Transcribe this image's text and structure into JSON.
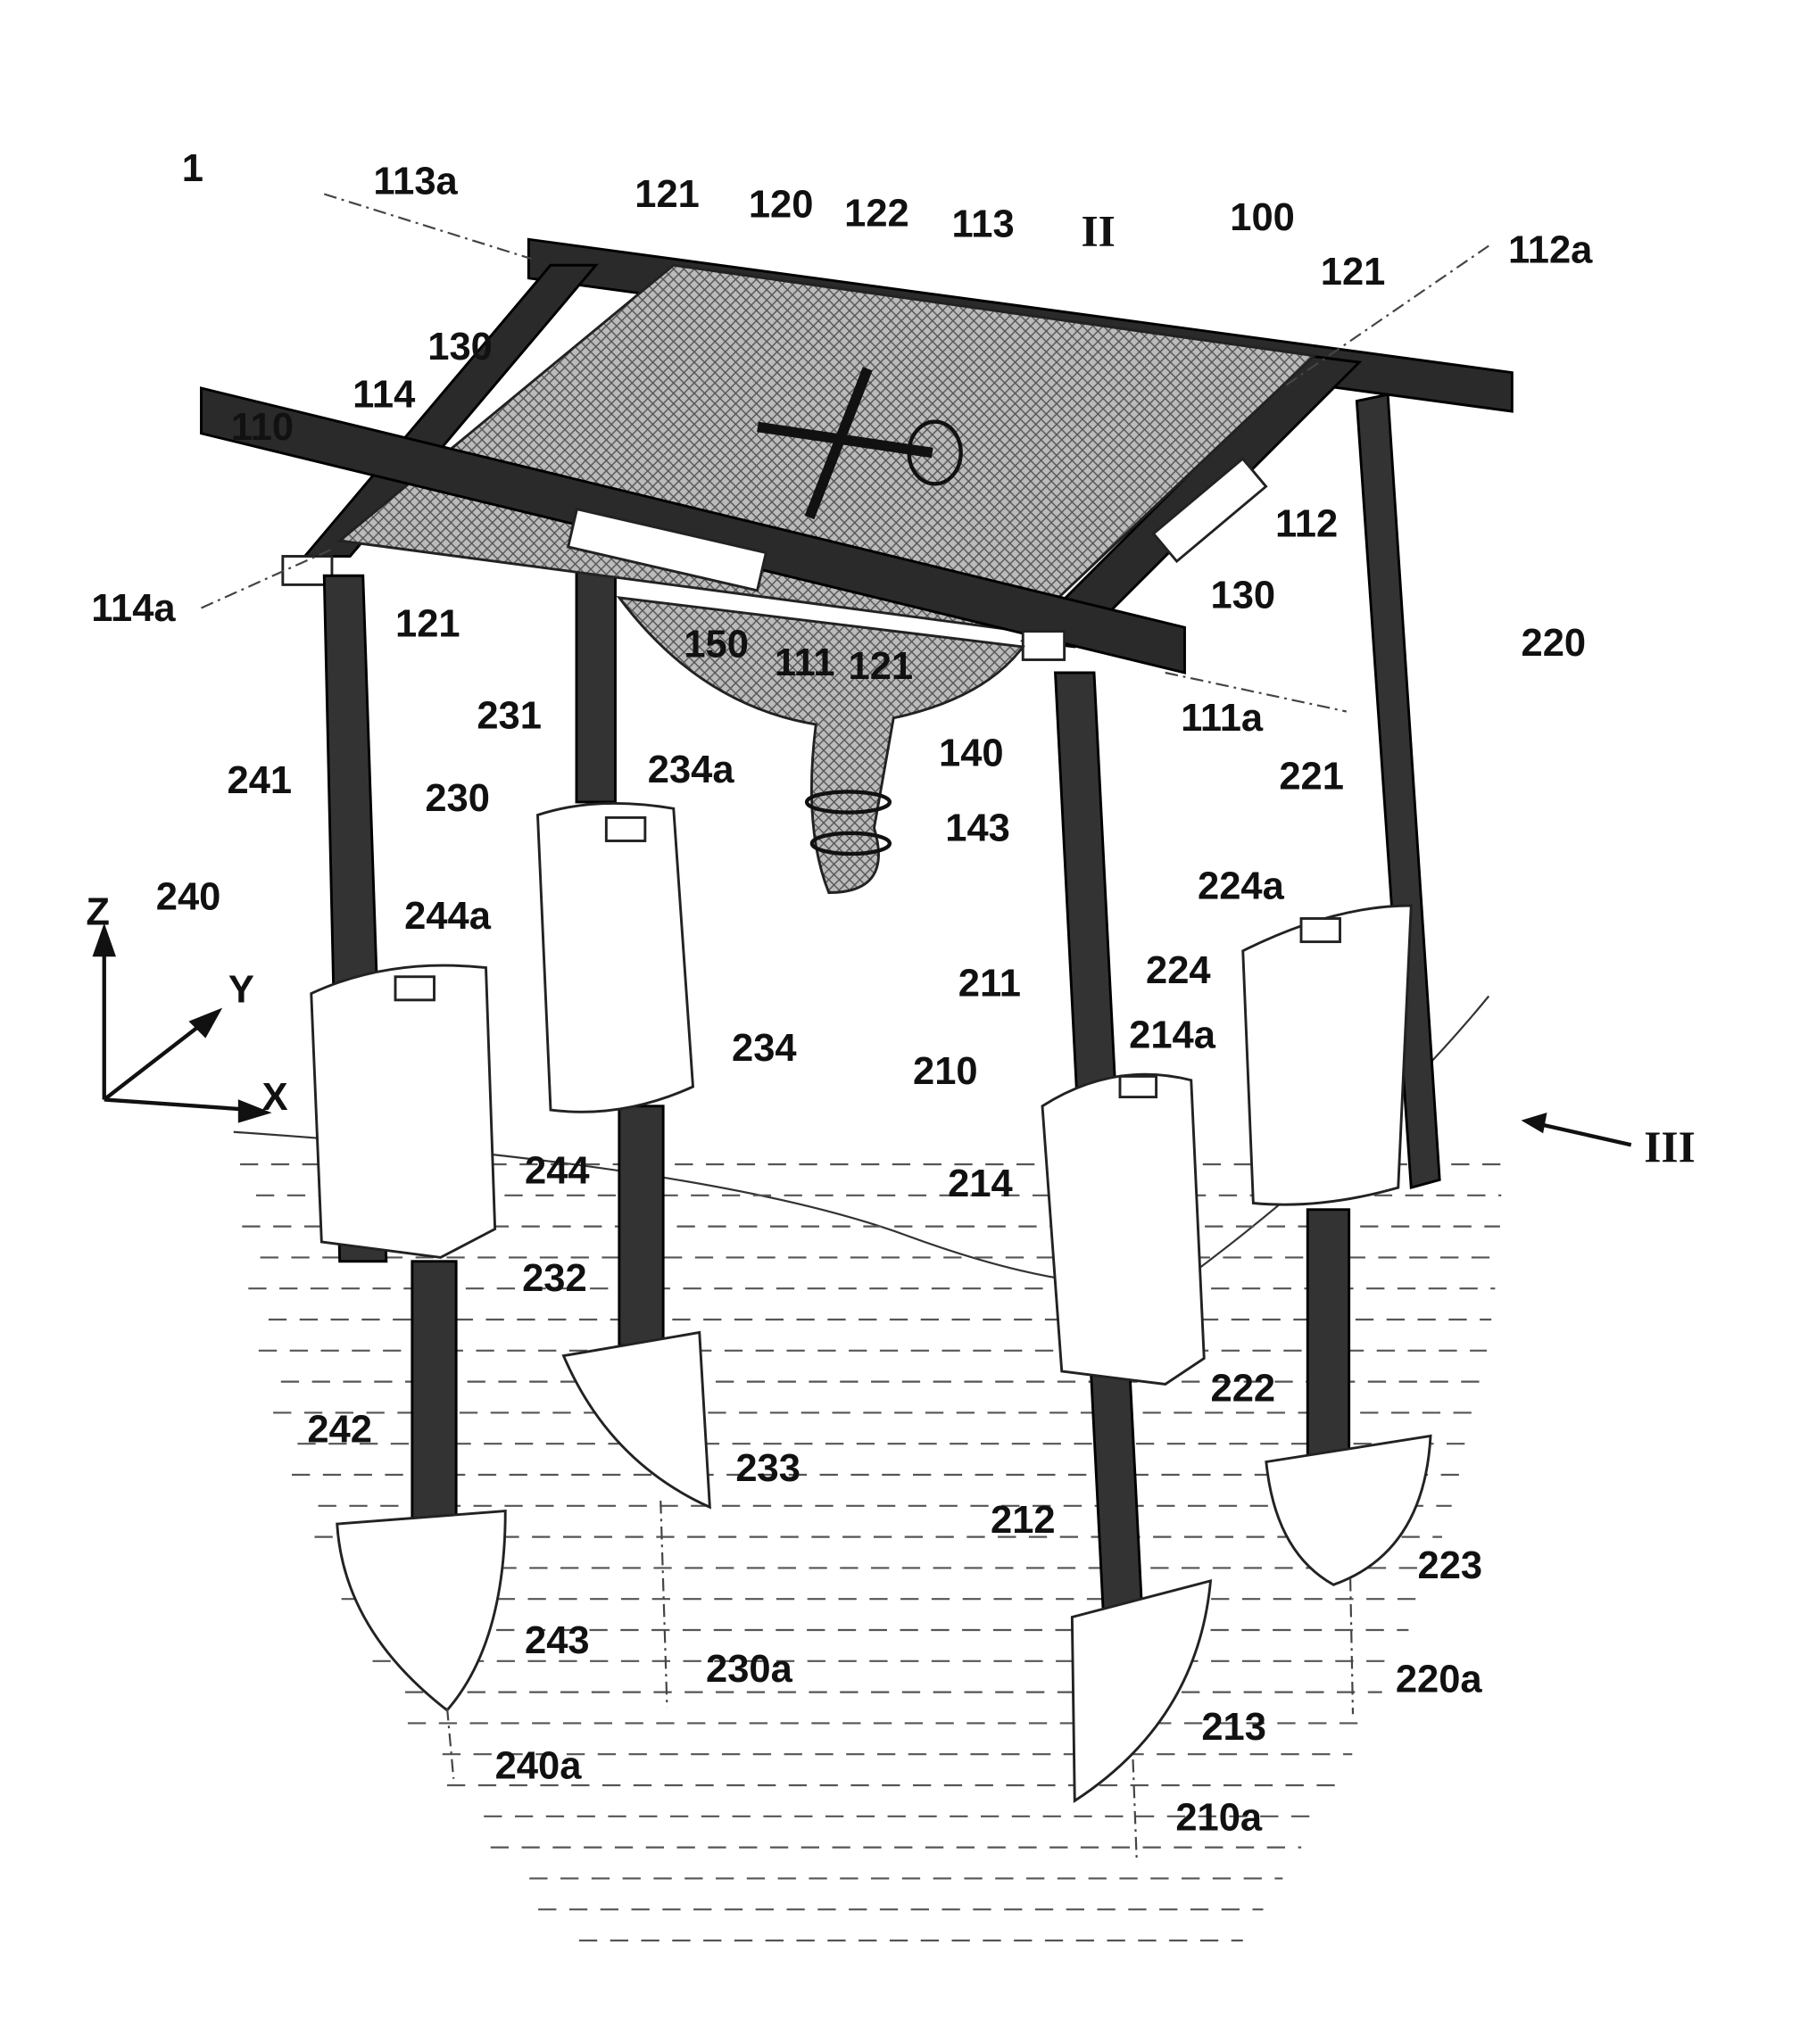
{
  "figure": {
    "labels": [
      "1",
      "113a",
      "121",
      "120",
      "122",
      "113",
      "II",
      "100",
      "112a",
      "121",
      "130",
      "114",
      "110",
      "112",
      "130",
      "114a",
      "121",
      "150",
      "111",
      "121",
      "220",
      "231",
      "111a",
      "140",
      "241",
      "230",
      "234a",
      "221",
      "143",
      "240",
      "Z",
      "244a",
      "224a",
      "Y",
      "224",
      "211",
      "214a",
      "234",
      "210",
      "X",
      "III",
      "244",
      "214",
      "232",
      "222",
      "242",
      "233",
      "212",
      "223",
      "243",
      "230a",
      "220a",
      "213",
      "240a",
      "210a"
    ]
  }
}
